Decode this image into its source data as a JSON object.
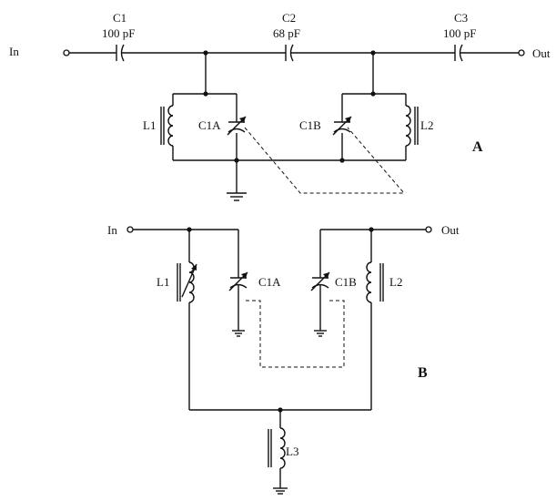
{
  "circuit_a": {
    "tag": "A",
    "input_label": "In",
    "output_label": "Out",
    "c1": {
      "name": "C1",
      "value": "100 pF"
    },
    "c2": {
      "name": "C2",
      "value": "68 pF"
    },
    "c3": {
      "name": "C3",
      "value": "100 pF"
    },
    "l1": "L1",
    "l2": "L2",
    "c1a": "C1A",
    "c1b": "C1B"
  },
  "circuit_b": {
    "tag": "B",
    "input_label": "In",
    "output_label": "Out",
    "l1": "L1",
    "l2": "L2",
    "l3": "L3",
    "c1a": "C1A",
    "c1b": "C1B"
  }
}
